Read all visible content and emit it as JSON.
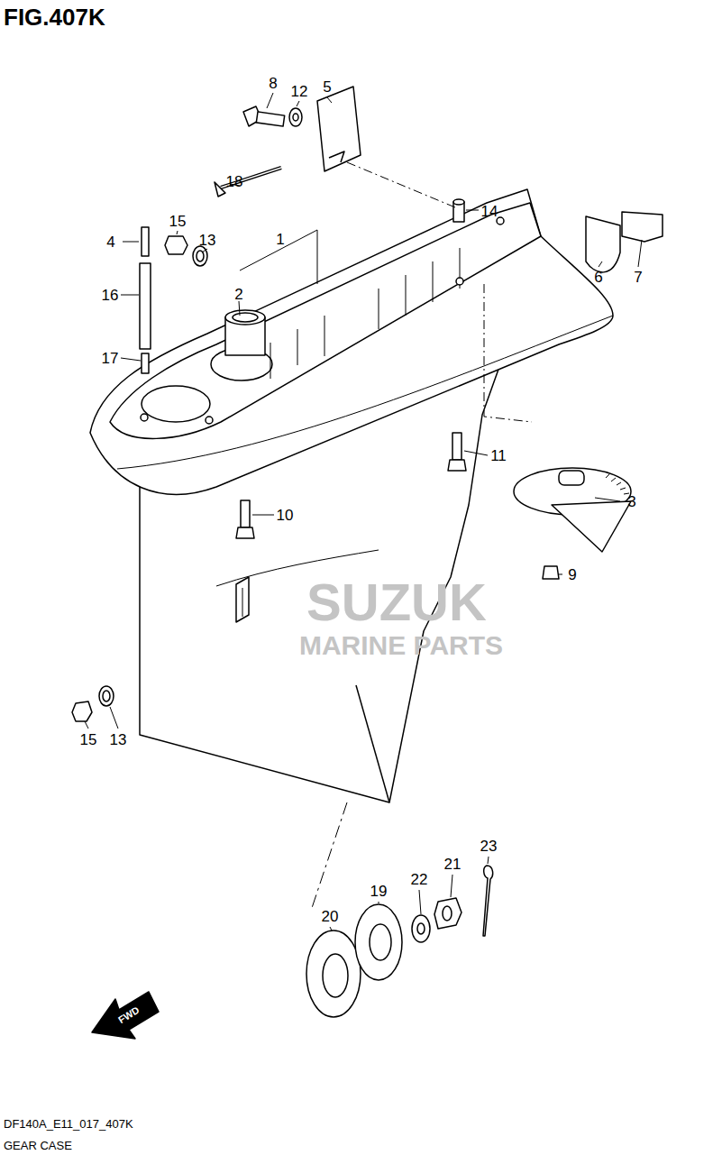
{
  "diagram": {
    "title": "FIG.407K",
    "labels": [
      "8",
      "12",
      "5",
      "18",
      "14",
      "6",
      "7",
      "4",
      "15",
      "13",
      "1",
      "16",
      "2",
      "17",
      "11",
      "3",
      "10",
      "9",
      "15",
      "13",
      "23",
      "21",
      "22",
      "19",
      "20",
      "SUZUK",
      "MARINE PARTS",
      "FWD",
      "DF140A_E11_017_407K",
      "GEAR CASE"
    ]
  }
}
